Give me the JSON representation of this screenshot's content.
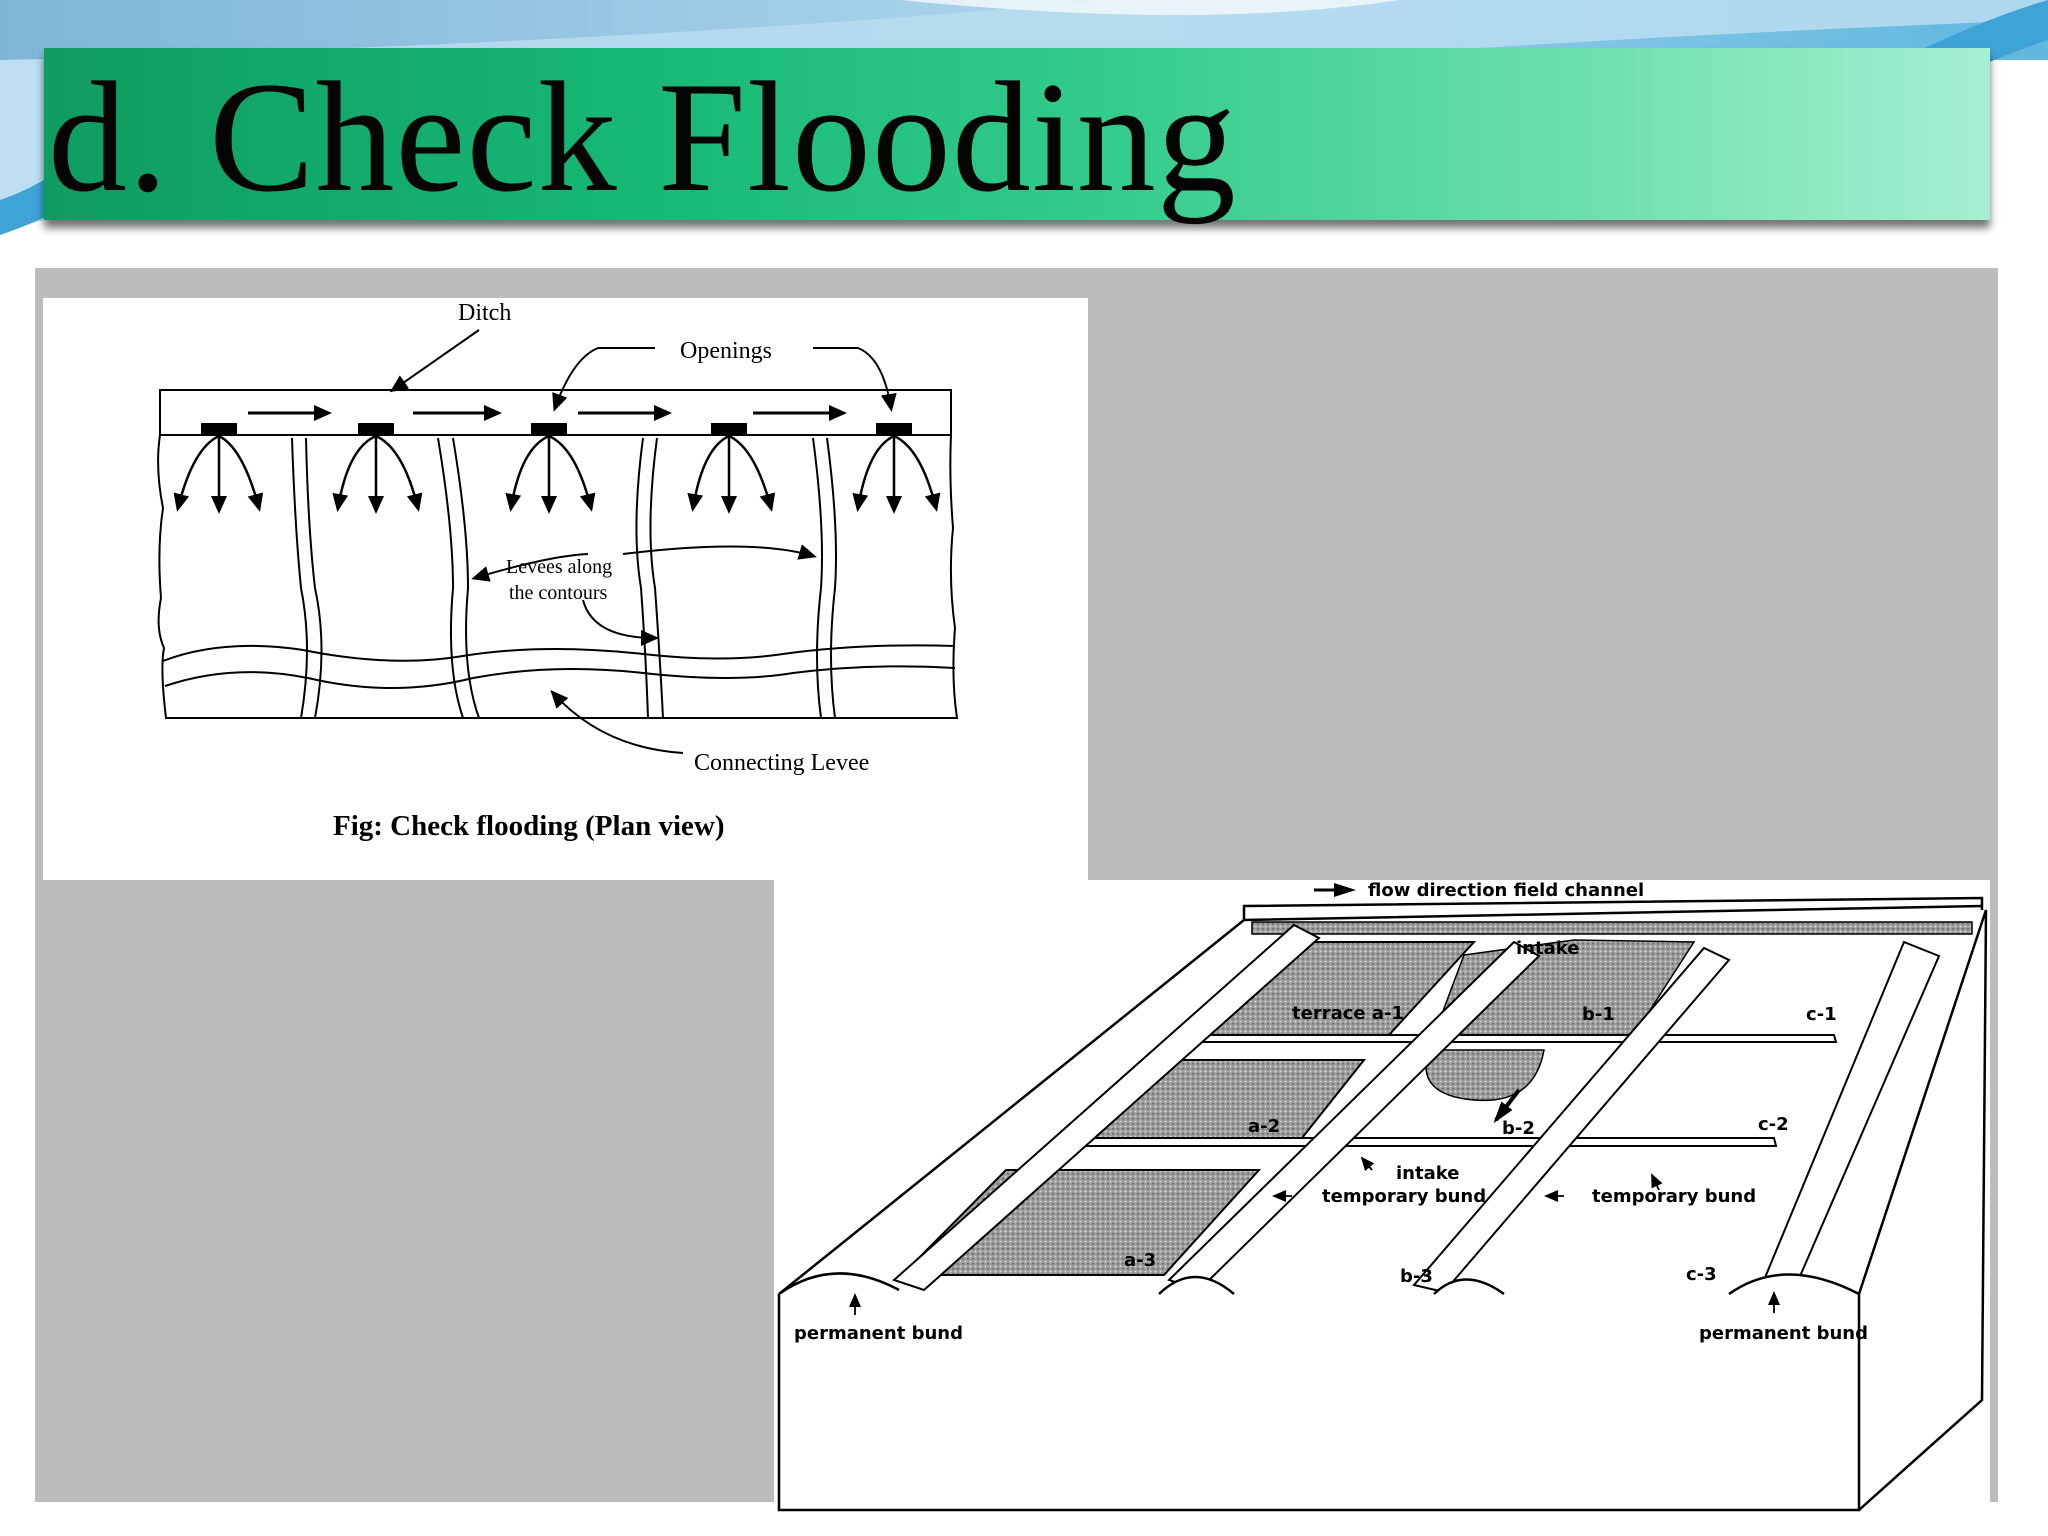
{
  "slide": {
    "title": "d. Check Flooding"
  },
  "plan_view": {
    "labels": {
      "ditch": "Ditch",
      "openings": "Openings",
      "levees_line1": "Levees along",
      "levees_line2": "the contours",
      "connecting_levee": "Connecting Levee"
    },
    "caption": "Fig: Check flooding (Plan view)"
  },
  "terrace_view": {
    "labels": {
      "flow_direction": "flow direction field channel",
      "intake_top": "intake",
      "terrace_a1": "terrace a-1",
      "b1": "b-1",
      "c1": "c-1",
      "a2": "a-2",
      "b2": "b-2",
      "c2": "c-2",
      "intake_mid": "intake",
      "temporary_bund_left": "temporary bund",
      "temporary_bund_right": "temporary bund",
      "a3": "a-3",
      "b3": "b-3",
      "c3": "c-3",
      "permanent_bund_left": "permanent bund",
      "permanent_bund_right": "permanent bund"
    }
  }
}
